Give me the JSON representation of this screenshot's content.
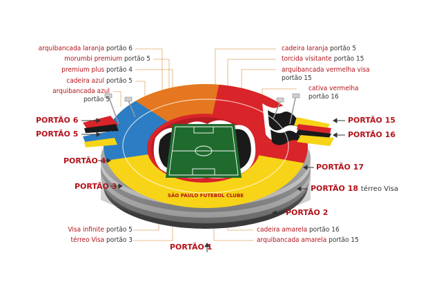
{
  "colors": {
    "orange": "#e4771f",
    "blue": "#2c7dc3",
    "yellow": "#f7d417",
    "red": "#d9242a",
    "field": "#1f6b2e",
    "label_red": "#b3121a"
  },
  "labels_left": [
    {
      "sector": "arquibancada laranja",
      "gate": "portão 6"
    },
    {
      "sector": "morumbi premium",
      "gate": "portão 5"
    },
    {
      "sector": "premium plus",
      "gate": "portão 4"
    },
    {
      "sector": "cadeira azul",
      "gate": "portão 5"
    },
    {
      "sector": "arquibancada azul",
      "gate": "portão 5"
    }
  ],
  "labels_right": [
    {
      "sector": "cadeira laranja",
      "gate": "portão 5"
    },
    {
      "sector": "torcida visitante",
      "gate": "portão 15"
    },
    {
      "sector": "arquibancada vermelha visa",
      "gate": "portão 15"
    },
    {
      "sector": "cativa vermelha",
      "gate": "portão 16"
    }
  ],
  "labels_bottom_left": [
    {
      "sector": "Visa infinite",
      "gate": "portão 5"
    },
    {
      "sector": "térreo Visa",
      "gate": "portão 3"
    }
  ],
  "labels_bottom_right": [
    {
      "sector": "cadeira amarela",
      "gate": "portão 16"
    },
    {
      "sector": "arquibancada amarela",
      "gate": "portão 15"
    }
  ],
  "gates": {
    "g6": "PORTÃO 6",
    "g5": "PORTÃO 5",
    "g4": "PORTÃO 4",
    "g3": "PORTÃO 3",
    "g1": "PORTÃO 1",
    "g15": "PORTÃO 15",
    "g16": "PORTÃO 16",
    "g17": "PORTÃO 17",
    "g18": "PORTÃO 18",
    "g18_note": "térreo Visa",
    "g2": "PORTÃO 2"
  },
  "stadium_text": "SÃO PAULO FUTEBOL CLUBE"
}
